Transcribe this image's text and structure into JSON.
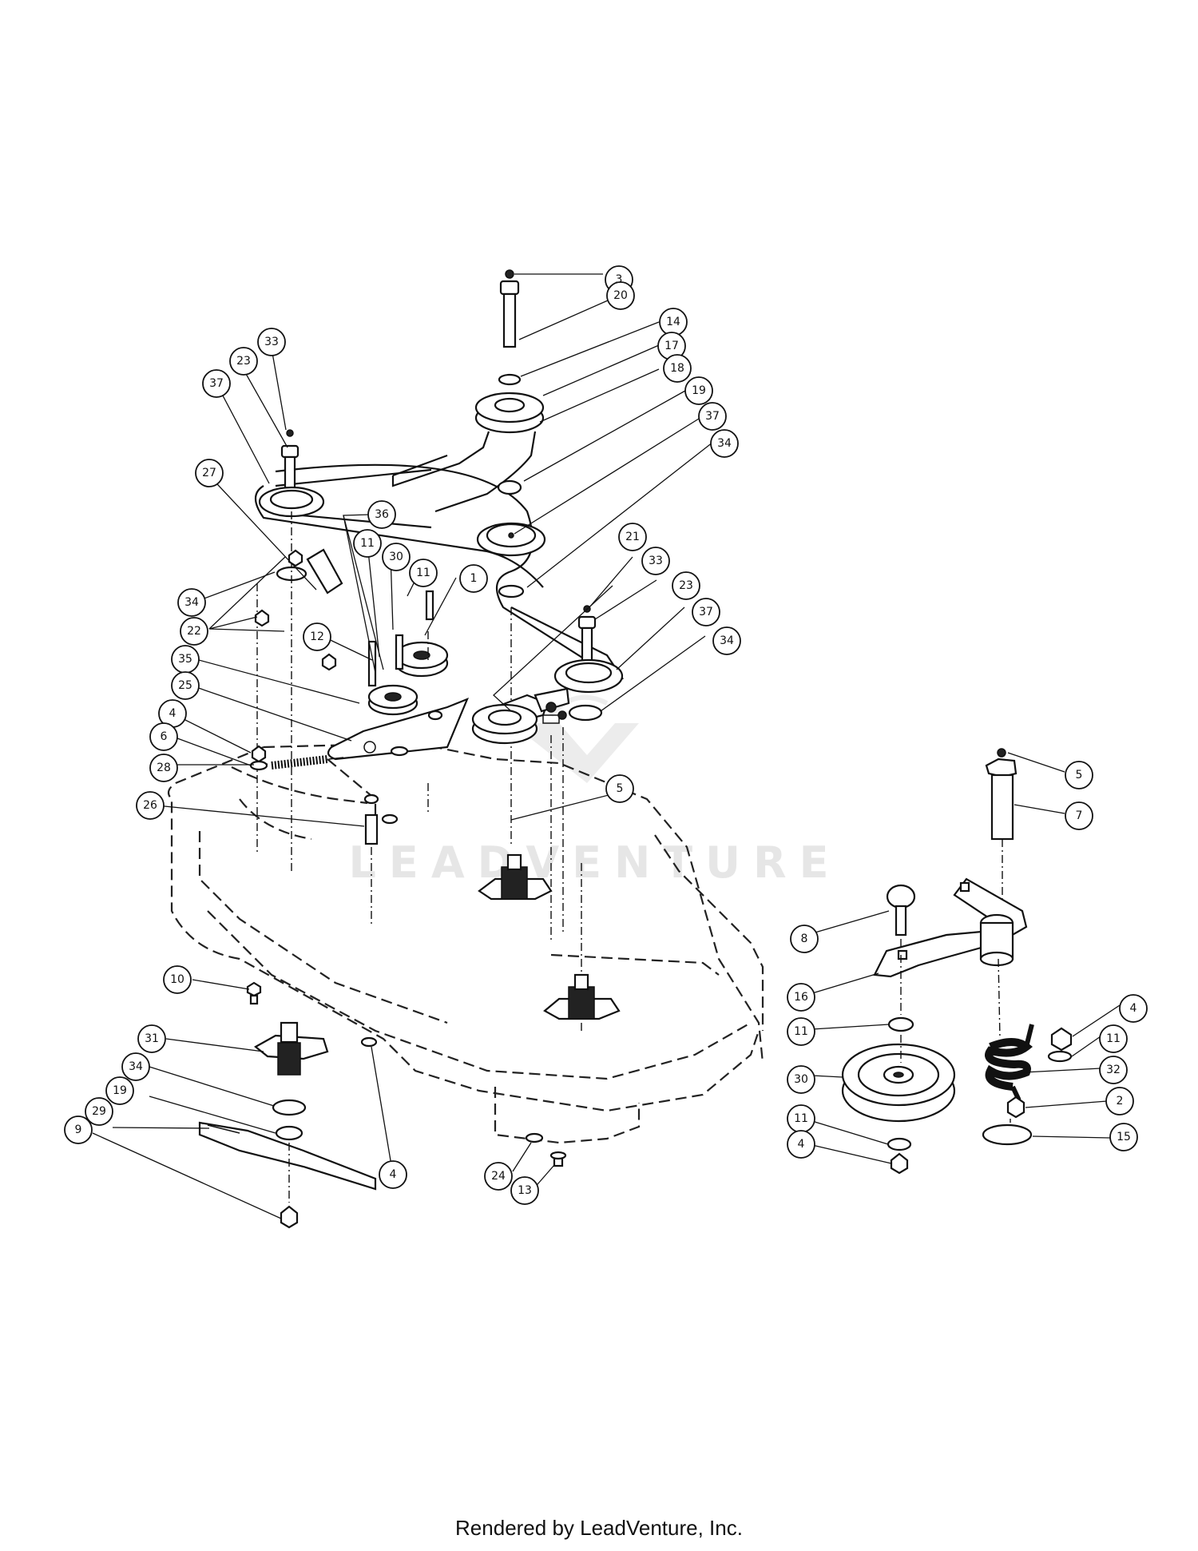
{
  "diagram": {
    "watermark": "LEADVENTURE",
    "footer": "Rendered by LeadVenture, Inc.",
    "callouts": [
      {
        "label": "3"
      },
      {
        "label": "20"
      },
      {
        "label": "14"
      },
      {
        "label": "17"
      },
      {
        "label": "18"
      },
      {
        "label": "19"
      },
      {
        "label": "37"
      },
      {
        "label": "34"
      },
      {
        "label": "33"
      },
      {
        "label": "23"
      },
      {
        "label": "37"
      },
      {
        "label": "27"
      },
      {
        "label": "36"
      },
      {
        "label": "11"
      },
      {
        "label": "30"
      },
      {
        "label": "11"
      },
      {
        "label": "1"
      },
      {
        "label": "21"
      },
      {
        "label": "33"
      },
      {
        "label": "23"
      },
      {
        "label": "37"
      },
      {
        "label": "34"
      },
      {
        "label": "34"
      },
      {
        "label": "22"
      },
      {
        "label": "12"
      },
      {
        "label": "35"
      },
      {
        "label": "25"
      },
      {
        "label": "4"
      },
      {
        "label": "6"
      },
      {
        "label": "28"
      },
      {
        "label": "26"
      },
      {
        "label": "5"
      },
      {
        "label": "5"
      },
      {
        "label": "7"
      },
      {
        "label": "8"
      },
      {
        "label": "16"
      },
      {
        "label": "11"
      },
      {
        "label": "4"
      },
      {
        "label": "11"
      },
      {
        "label": "30"
      },
      {
        "label": "32"
      },
      {
        "label": "2"
      },
      {
        "label": "11"
      },
      {
        "label": "15"
      },
      {
        "label": "4"
      },
      {
        "label": "10"
      },
      {
        "label": "31"
      },
      {
        "label": "34"
      },
      {
        "label": "19"
      },
      {
        "label": "29"
      },
      {
        "label": "9"
      },
      {
        "label": "4"
      },
      {
        "label": "24"
      },
      {
        "label": "13"
      }
    ]
  }
}
